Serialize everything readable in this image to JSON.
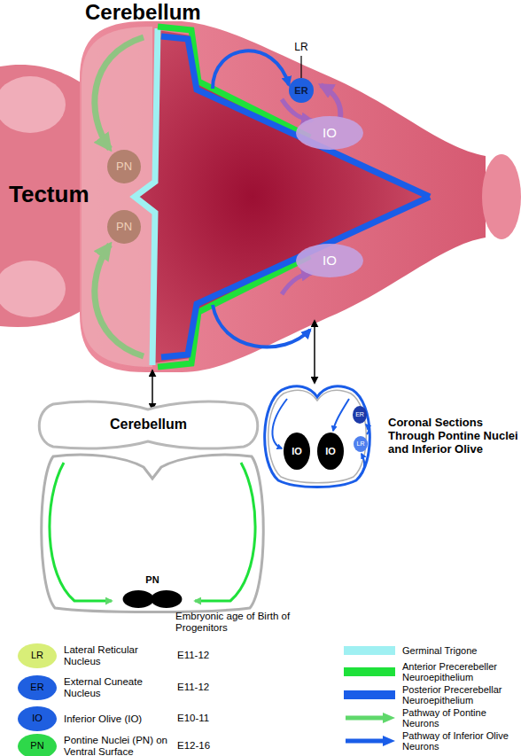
{
  "diagram": {
    "nodes": [
      {
        "text": [
          "ER"
        ]
      },
      {
        "text": [
          "IO"
        ]
      },
      {
        "text": [
          "PN"
        ]
      },
      {
        "text": [
          "PN"
        ]
      },
      {
        "text": [
          "IO"
        ]
      },
      {
        "text": [
          "Cerebellum"
        ]
      },
      {
        "text": [
          "PN"
        ]
      },
      {
        "text": [
          "ER"
        ]
      },
      {
        "text": [
          "LR"
        ]
      },
      {
        "text": [
          "IO"
        ]
      },
      {
        "text": [
          "IO"
        ]
      }
    ],
    "labels": [
      "Cerebellum",
      "Tectum",
      "LR",
      "Coronal Sections Through Pontine Nuclei and Inferior Olive",
      "Embryonic age of Birth of Progenitors",
      "LR",
      "ER",
      "IO",
      "PN",
      "E11-12",
      "E11-12",
      "E10-11",
      "E12-16"
    ],
    "legend": [
      {
        "text": "Lateral Reticular Nucleus",
        "color": "#d8ee78"
      },
      {
        "text": "External Cuneate Nucleus",
        "color": "#1f5fe0"
      },
      {
        "text": "Inferior Olive (IO)",
        "color": "#1f5fe0"
      },
      {
        "text": "Pontine Nuclei (PN) on Ventral Surface",
        "color": "#2ed84a"
      },
      {
        "text": "Germinal Trigone",
        "color": "#9ff0f2"
      },
      {
        "text": "Anterior Precerebeller Neuroepithelium",
        "color": "#1ee13a"
      },
      {
        "text": "Posterior Precerebellar Neuroepithelium",
        "color": "#1a5de8"
      },
      {
        "text": "Pathway of Pontine Neurons"
      },
      {
        "text": "Pathway of Inferior Olive Neurons"
      }
    ]
  }
}
